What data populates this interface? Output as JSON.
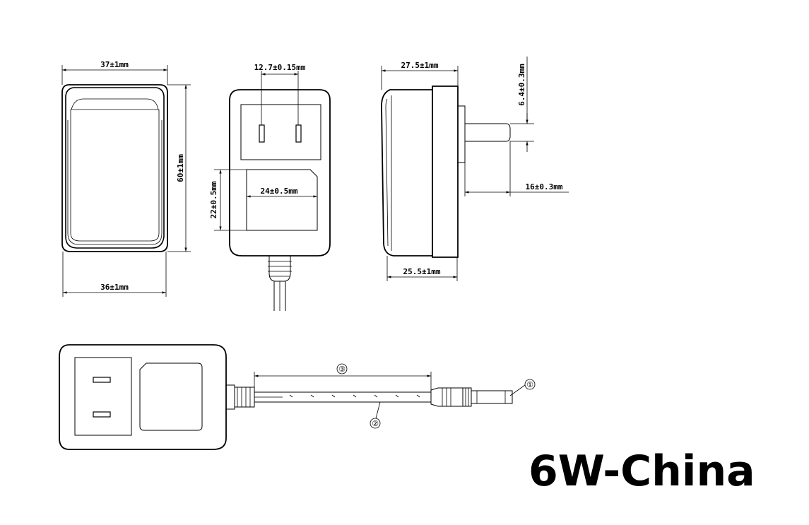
{
  "title": "6W-China",
  "dimensions": {
    "front_width_top": "37±1mm",
    "front_width_bottom": "36±1mm",
    "front_height": "60±1mm",
    "pin_spacing": "12.7±0.15mm",
    "label_width": "24±0.5mm",
    "label_height": "22±0.5mm",
    "side_depth_top": "27.5±1mm",
    "side_depth_bottom": "25.5±1mm",
    "pin_thickness": "6.4±0.3mm",
    "pin_length": "16±0.3mm"
  },
  "callouts": [
    "①",
    "②",
    "③"
  ]
}
